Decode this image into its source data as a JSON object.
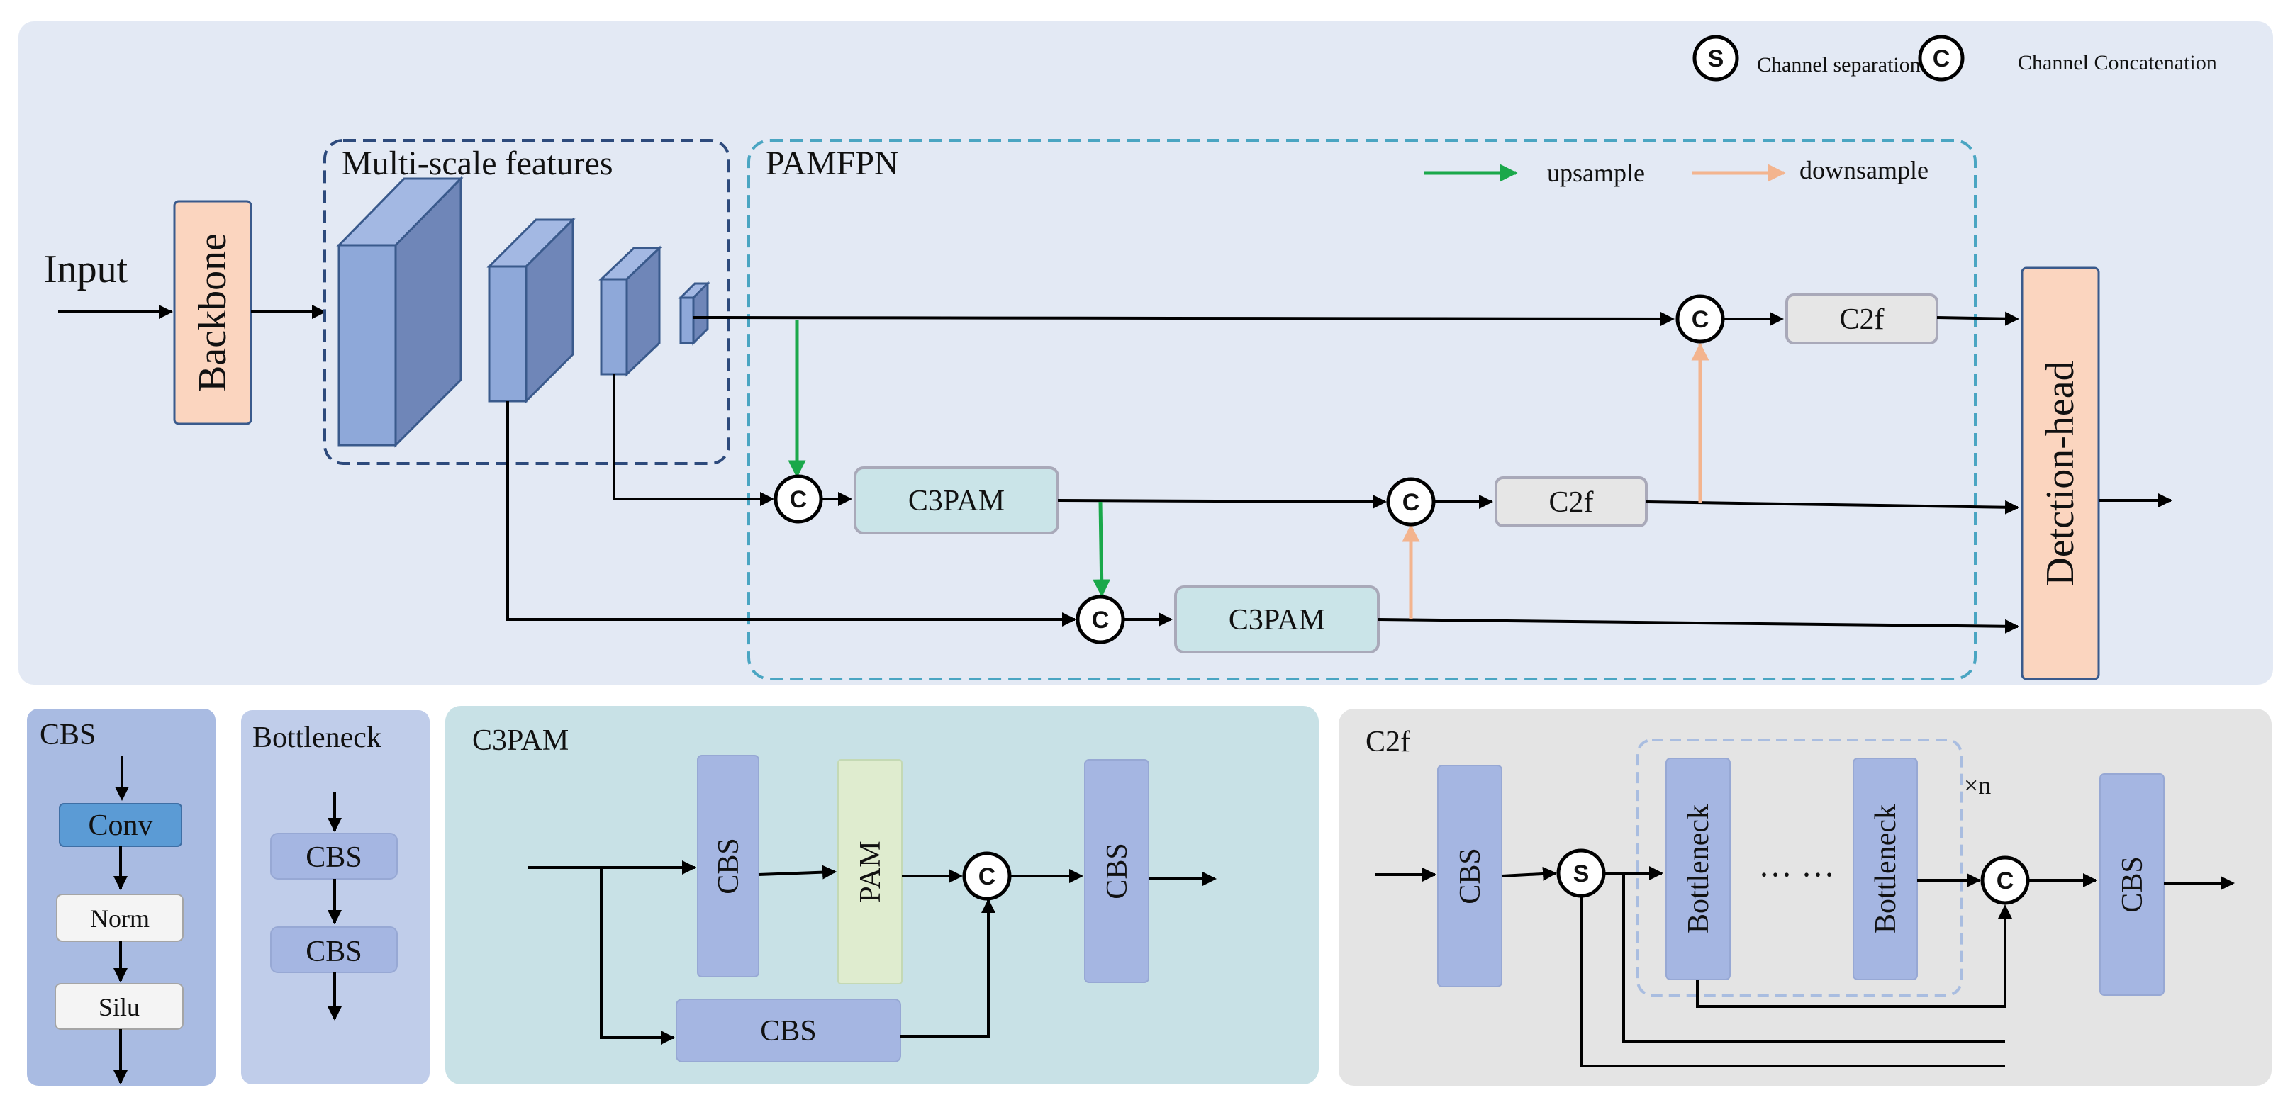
{
  "colors": {
    "main_panel": "#e3e9f4",
    "cbs_panel": "#a9bbe2",
    "bottleneck_panel": "#c0cdea",
    "c3pam_panel": "#c8e1e6",
    "c2f_panel": "#e4e4e4",
    "backbone_fill": "#fbd5bf",
    "cube_front": "#8ea8d9",
    "cube_side": "#6f86b8",
    "cube_top": "#a3b8e3",
    "c3pam_box": "#cae4e8",
    "c2f_box": "#e6e6e6",
    "cbs_block": "#a5b6e2",
    "pam_block": "#dfeccf",
    "conv_fill": "#5b9bd5",
    "upsample": "#1aa84a",
    "downsample": "#f3b48e",
    "multiscale_border": "#2d4a7c",
    "pamfpn_border": "#4aa5c2",
    "bottleneck_group_border": "#a9bde0"
  },
  "legend": {
    "s_symbol": "S",
    "s_label": "Channel separation",
    "c_symbol": "C",
    "c_label": "Channel Concatenation",
    "upsample": "upsample",
    "downsample": "downsample"
  },
  "main": {
    "input_label": "Input",
    "backbone_label": "Backbone",
    "multiscale_label": "Multi-scale features",
    "pamfpn_label": "PAMFPN",
    "c3pam_top_label": "C3PAM",
    "c3pam_bottom_label": "C3PAM",
    "c2f_top_label": "C2f",
    "c2f_mid_label": "C2f",
    "detection_head_label": "Detction-head",
    "concat_symbol": "C"
  },
  "cbs_module": {
    "title": "CBS",
    "conv": "Conv",
    "norm": "Norm",
    "silu": "Silu"
  },
  "bottleneck_module": {
    "title": "Bottleneck",
    "cbs_1": "CBS",
    "cbs_2": "CBS"
  },
  "c3pam_module": {
    "title": "C3PAM",
    "cbs_left": "CBS",
    "pam": "PAM",
    "cbs_right": "CBS",
    "cbs_bottom": "CBS",
    "concat_symbol": "C"
  },
  "c2f_module": {
    "title": "C2f",
    "cbs_left": "CBS",
    "split_symbol": "S",
    "bottleneck_1": "Bottleneck",
    "dots": "··· ···",
    "bottleneck_n": "Bottleneck",
    "repeat": "×n",
    "concat_symbol": "C",
    "cbs_right": "CBS"
  }
}
